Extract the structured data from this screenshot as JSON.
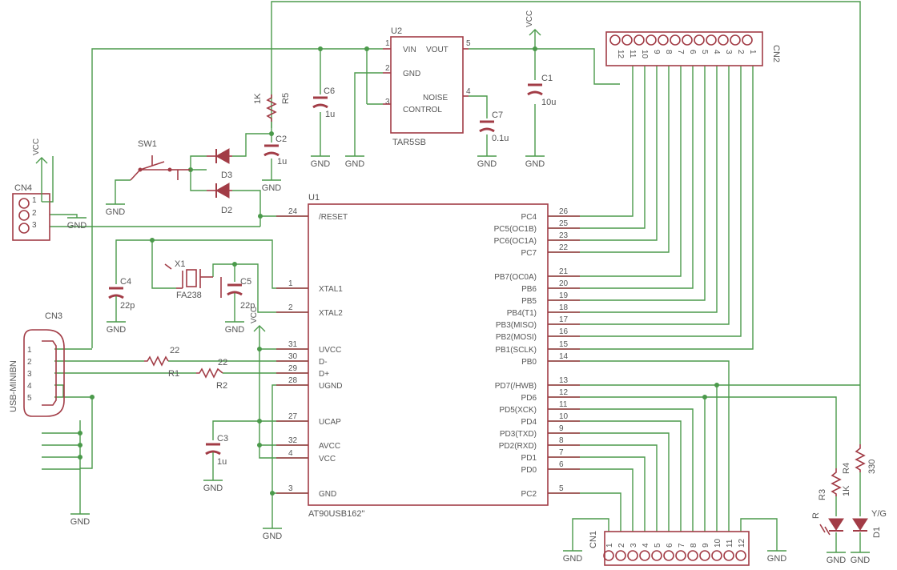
{
  "u1": {
    "ref": "U1",
    "part": "AT90USB162\"",
    "left_pins": [
      {
        "num": "24",
        "name": "/RESET"
      },
      {
        "num": "1",
        "name": "XTAL1"
      },
      {
        "num": "2",
        "name": "XTAL2"
      },
      {
        "num": "31",
        "name": "UVCC"
      },
      {
        "num": "30",
        "name": "D-"
      },
      {
        "num": "29",
        "name": "D+"
      },
      {
        "num": "28",
        "name": "UGND"
      },
      {
        "num": "27",
        "name": "UCAP"
      },
      {
        "num": "32",
        "name": "AVCC"
      },
      {
        "num": "4",
        "name": "VCC"
      },
      {
        "num": "3",
        "name": "GND"
      }
    ],
    "right_pins": [
      {
        "num": "26",
        "name": "PC4"
      },
      {
        "num": "25",
        "name": "PC5(OC1B)"
      },
      {
        "num": "23",
        "name": "PC6(OC1A)"
      },
      {
        "num": "22",
        "name": "PC7"
      },
      {
        "num": "21",
        "name": "PB7(OC0A)"
      },
      {
        "num": "20",
        "name": "PB6"
      },
      {
        "num": "19",
        "name": "PB5"
      },
      {
        "num": "18",
        "name": "PB4(T1)"
      },
      {
        "num": "17",
        "name": "PB3(MISO)"
      },
      {
        "num": "16",
        "name": "PB2(MOSI)"
      },
      {
        "num": "15",
        "name": "PB1(SCLK)"
      },
      {
        "num": "14",
        "name": "PB0"
      },
      {
        "num": "13",
        "name": "PD7(/HWB)"
      },
      {
        "num": "12",
        "name": "PD6"
      },
      {
        "num": "11",
        "name": "PD5(XCK)"
      },
      {
        "num": "10",
        "name": "PD4"
      },
      {
        "num": "9",
        "name": "PD3(TXD)"
      },
      {
        "num": "8",
        "name": "PD2(RXD)"
      },
      {
        "num": "7",
        "name": "PD1"
      },
      {
        "num": "6",
        "name": "PD0"
      },
      {
        "num": "5",
        "name": "PC2"
      }
    ]
  },
  "u2": {
    "ref": "U2",
    "part": "TAR5SB",
    "vin": "VIN",
    "vout": "VOUT",
    "gnd": "GND",
    "nc1": "NOISE",
    "nc2": "CONTROL",
    "pins": [
      "1",
      "2",
      "3",
      "5",
      "4"
    ]
  },
  "cn1": {
    "ref": "CN1",
    "pins": [
      "1",
      "2",
      "3",
      "4",
      "5",
      "6",
      "7",
      "8",
      "9",
      "10",
      "11",
      "12"
    ]
  },
  "cn2": {
    "ref": "CN2",
    "pins": [
      "12",
      "11",
      "10",
      "9",
      "8",
      "7",
      "6",
      "5",
      "4",
      "3",
      "2",
      "1"
    ]
  },
  "cn3": {
    "ref": "CN3",
    "part": "USB-MINIBN",
    "pins": [
      "1",
      "2",
      "3",
      "4",
      "5"
    ]
  },
  "cn4": {
    "ref": "CN4",
    "pins": [
      "1",
      "2",
      "3"
    ]
  },
  "parts": {
    "r5": "R5",
    "r5v": "1K",
    "c6": "C6",
    "c6v": "1u",
    "c1": "C1",
    "c1v": "10u",
    "c7": "C7",
    "c7v": "0.1u",
    "c2": "C2",
    "c2v": "1u",
    "sw1": "SW1",
    "d3": "D3",
    "d2": "D2",
    "c4": "C4",
    "c4v": "22p",
    "x1": "X1",
    "x1v": "FA238",
    "c5": "C5",
    "c5v": "22p",
    "r1": "R1",
    "r1v": "22",
    "r2": "R2",
    "r2v": "22",
    "c3": "C3",
    "c3v": "1u",
    "r3": "R3",
    "r3v": "1K",
    "r4": "R4",
    "r4v": "330",
    "d1": "D1",
    "led_r": "R",
    "led_yg": "Y/G"
  },
  "nets": {
    "gnd": "GND",
    "vcc": "VCC"
  }
}
